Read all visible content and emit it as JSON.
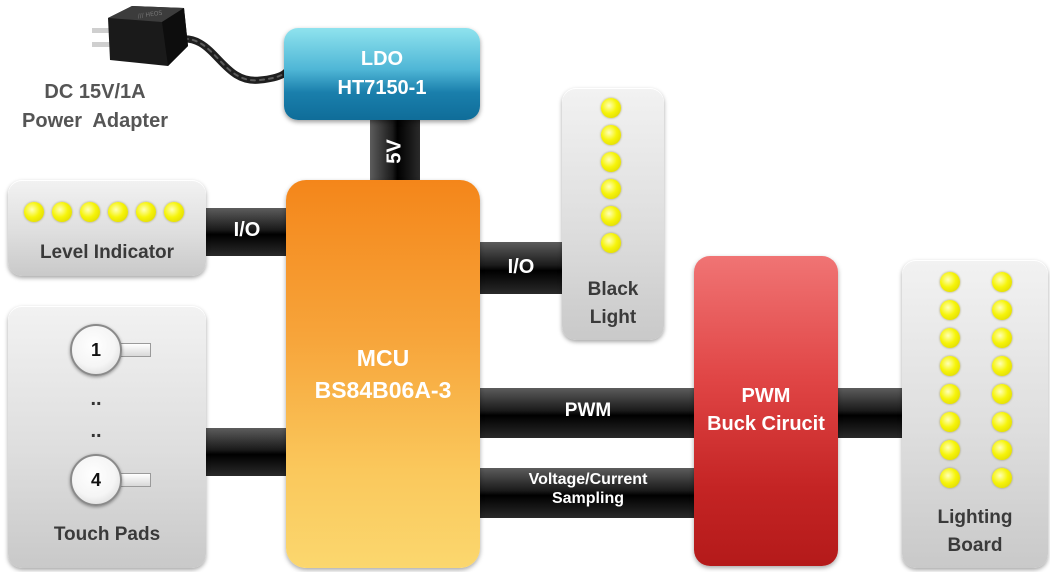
{
  "power_adapter": {
    "line1": "DC 15V/1A",
    "line2": "Power  Adapter"
  },
  "ldo": {
    "line1": "LDO",
    "line2": "HT7150-1"
  },
  "ldo_link": "5V",
  "mcu": {
    "line1": "MCU",
    "line2": "BS84B06A-3"
  },
  "level_indicator": {
    "label": "Level Indicator",
    "link": "I/O"
  },
  "black_light": {
    "line1": "Black",
    "line2": "Light",
    "link": "I/O"
  },
  "touch_pads": {
    "label": "Touch Pads",
    "pad_first": "1",
    "pad_last": "4",
    "dots_1": "..",
    "dots_2": ".."
  },
  "pwm_link": "PWM",
  "sampling_link": {
    "line1": "Voltage/Current",
    "line2": "Sampling"
  },
  "pwm_buck": {
    "line1": "PWM",
    "line2": "Buck Cirucit"
  },
  "lighting_board": {
    "line1": "Lighting",
    "line2": "Board"
  },
  "colors": {
    "ldo_top": "#8fe3ee",
    "ldo_bottom": "#0f6d99",
    "mcu_top": "#f4861a",
    "mcu_bottom": "#fbd76e",
    "buck_top": "#f07474",
    "buck_bottom": "#b41a1a",
    "led": "#f6f40a"
  }
}
